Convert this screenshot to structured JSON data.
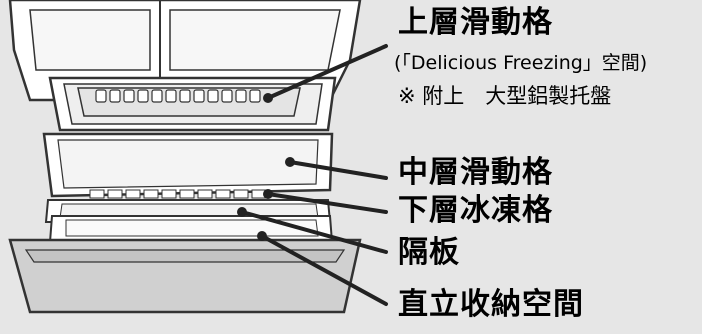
{
  "labels": {
    "upper_drawer": "上層滑動格",
    "upper_drawer_sub": "(「Delicious Freezing」空間)",
    "upper_drawer_note": "※ 附上　大型鋁製托盤",
    "middle_drawer": "中層滑動格",
    "lower_drawer": "下層冰凍格",
    "divider": "隔板",
    "vertical_storage": "直立收納空間"
  },
  "colors": {
    "background": "#e6e6e6",
    "fridge_body": "#ffffff",
    "outline": "#333333",
    "leader_line": "#222222",
    "front_panel": "#d0d0d0"
  }
}
